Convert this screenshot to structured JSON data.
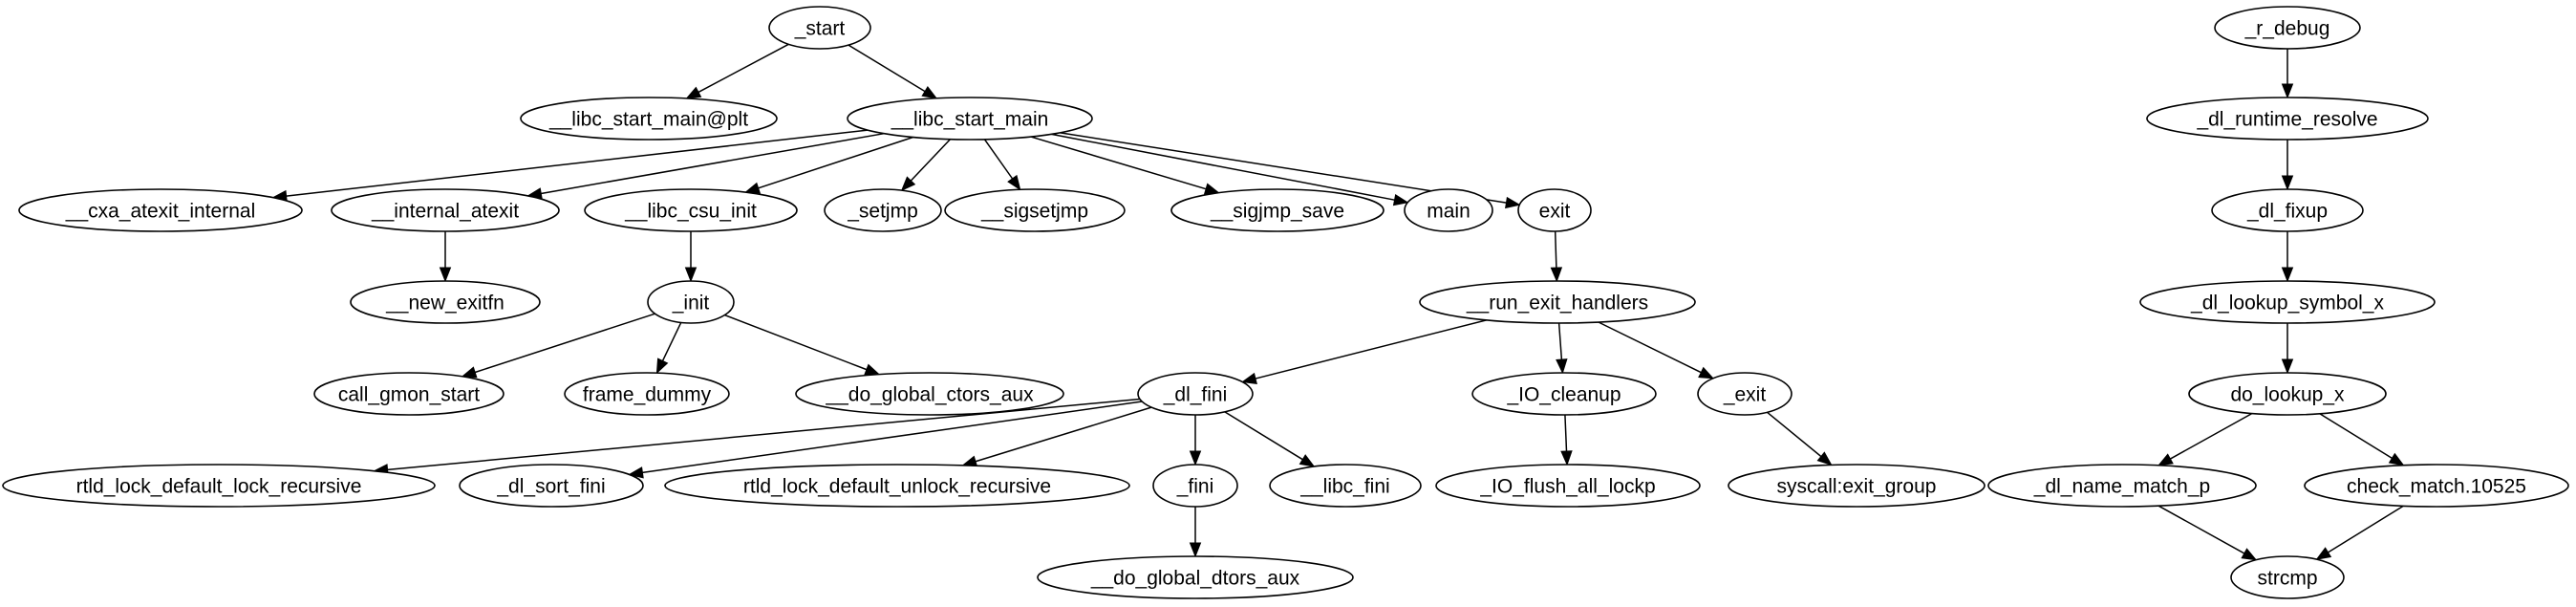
{
  "nodes": [
    {
      "id": "start",
      "label": "_start"
    },
    {
      "id": "libc_start_main_plt",
      "label": "__libc_start_main@plt"
    },
    {
      "id": "libc_start_main",
      "label": "__libc_start_main"
    },
    {
      "id": "cxa_atexit_internal",
      "label": "__cxa_atexit_internal"
    },
    {
      "id": "internal_atexit",
      "label": "__internal_atexit"
    },
    {
      "id": "libc_csu_init",
      "label": "__libc_csu_init"
    },
    {
      "id": "setjmp",
      "label": "_setjmp"
    },
    {
      "id": "sigsetjmp",
      "label": "__sigsetjmp"
    },
    {
      "id": "sigjmp_save",
      "label": "__sigjmp_save"
    },
    {
      "id": "main",
      "label": "main"
    },
    {
      "id": "exit",
      "label": "exit"
    },
    {
      "id": "new_exitfn",
      "label": "__new_exitfn"
    },
    {
      "id": "init",
      "label": "_init"
    },
    {
      "id": "run_exit_handlers",
      "label": "__run_exit_handlers"
    },
    {
      "id": "call_gmon_start",
      "label": "call_gmon_start"
    },
    {
      "id": "frame_dummy",
      "label": "frame_dummy"
    },
    {
      "id": "do_global_ctors_aux",
      "label": "__do_global_ctors_aux"
    },
    {
      "id": "dl_fini",
      "label": "_dl_fini"
    },
    {
      "id": "io_cleanup",
      "label": "_IO_cleanup"
    },
    {
      "id": "exit2",
      "label": "_exit"
    },
    {
      "id": "rtld_lock_default_lock_recursive",
      "label": "rtld_lock_default_lock_recursive"
    },
    {
      "id": "dl_sort_fini",
      "label": "_dl_sort_fini"
    },
    {
      "id": "rtld_lock_default_unlock_recursive",
      "label": "rtld_lock_default_unlock_recursive"
    },
    {
      "id": "fini",
      "label": "_fini"
    },
    {
      "id": "libc_fini",
      "label": "__libc_fini"
    },
    {
      "id": "io_flush_all_lockp",
      "label": "_IO_flush_all_lockp"
    },
    {
      "id": "syscall_exit_group",
      "label": "syscall:exit_group"
    },
    {
      "id": "do_global_dtors_aux",
      "label": "__do_global_dtors_aux"
    },
    {
      "id": "r_debug",
      "label": "_r_debug"
    },
    {
      "id": "dl_runtime_resolve",
      "label": "_dl_runtime_resolve"
    },
    {
      "id": "dl_fixup",
      "label": "_dl_fixup"
    },
    {
      "id": "dl_lookup_symbol_x",
      "label": "_dl_lookup_symbol_x"
    },
    {
      "id": "do_lookup_x",
      "label": "do_lookup_x"
    },
    {
      "id": "dl_name_match_p",
      "label": "_dl_name_match_p"
    },
    {
      "id": "check_match",
      "label": "check_match.10525"
    },
    {
      "id": "strcmp",
      "label": "strcmp"
    }
  ],
  "edges": [
    [
      "start",
      "libc_start_main_plt"
    ],
    [
      "start",
      "libc_start_main"
    ],
    [
      "libc_start_main",
      "cxa_atexit_internal"
    ],
    [
      "libc_start_main",
      "internal_atexit"
    ],
    [
      "libc_start_main",
      "libc_csu_init"
    ],
    [
      "libc_start_main",
      "setjmp"
    ],
    [
      "libc_start_main",
      "sigsetjmp"
    ],
    [
      "libc_start_main",
      "sigjmp_save"
    ],
    [
      "libc_start_main",
      "main"
    ],
    [
      "libc_start_main",
      "exit"
    ],
    [
      "internal_atexit",
      "new_exitfn"
    ],
    [
      "libc_csu_init",
      "init"
    ],
    [
      "init",
      "call_gmon_start"
    ],
    [
      "init",
      "frame_dummy"
    ],
    [
      "init",
      "do_global_ctors_aux"
    ],
    [
      "exit",
      "run_exit_handlers"
    ],
    [
      "run_exit_handlers",
      "dl_fini"
    ],
    [
      "run_exit_handlers",
      "io_cleanup"
    ],
    [
      "run_exit_handlers",
      "exit2"
    ],
    [
      "dl_fini",
      "rtld_lock_default_lock_recursive"
    ],
    [
      "dl_fini",
      "dl_sort_fini"
    ],
    [
      "dl_fini",
      "rtld_lock_default_unlock_recursive"
    ],
    [
      "dl_fini",
      "fini"
    ],
    [
      "dl_fini",
      "libc_fini"
    ],
    [
      "fini",
      "do_global_dtors_aux"
    ],
    [
      "io_cleanup",
      "io_flush_all_lockp"
    ],
    [
      "exit2",
      "syscall_exit_group"
    ],
    [
      "r_debug",
      "dl_runtime_resolve"
    ],
    [
      "dl_runtime_resolve",
      "dl_fixup"
    ],
    [
      "dl_fixup",
      "dl_lookup_symbol_x"
    ],
    [
      "dl_lookup_symbol_x",
      "do_lookup_x"
    ],
    [
      "do_lookup_x",
      "dl_name_match_p"
    ],
    [
      "do_lookup_x",
      "check_match"
    ],
    [
      "dl_name_match_p",
      "strcmp"
    ],
    [
      "check_match",
      "strcmp"
    ]
  ]
}
